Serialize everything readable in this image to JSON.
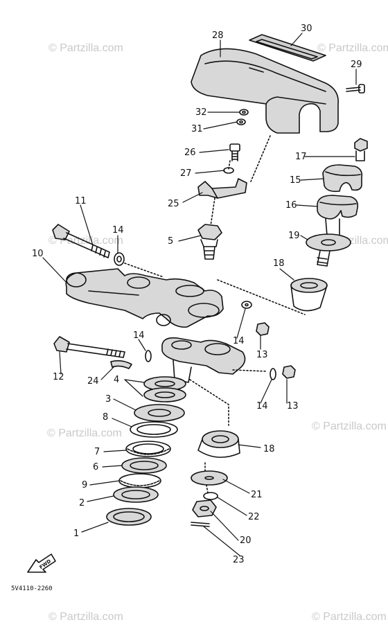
{
  "watermarks": [
    "© Partzilla.com",
    "© Partzilla.com",
    "© Partzilla.com",
    "© Partzilla.com",
    "© Partzilla.com",
    "© Partzilla.com",
    "© Partzilla.com",
    "© Partzilla.com"
  ],
  "callouts": {
    "c28": "28",
    "c30": "30",
    "c29": "29",
    "c32": "32",
    "c31": "31",
    "c26": "26",
    "c27": "27",
    "c25": "25",
    "c17": "17",
    "c15": "15",
    "c16": "16",
    "c19": "19",
    "c18a": "18",
    "c11": "11",
    "c14a": "14",
    "c10": "10",
    "c5": "5",
    "c14b": "14",
    "c13a": "13",
    "c14c": "14",
    "c12": "12",
    "c24": "24",
    "c4": "4",
    "c3": "3",
    "c8": "8",
    "c7": "7",
    "c6": "6",
    "c9": "9",
    "c2": "2",
    "c1": "1",
    "c18b": "18",
    "c21": "21",
    "c22": "22",
    "c20": "20",
    "c23": "23",
    "c14d": "14",
    "c13b": "13"
  },
  "fwd_label": "FWD",
  "diagram_code": "5V4110-2260"
}
